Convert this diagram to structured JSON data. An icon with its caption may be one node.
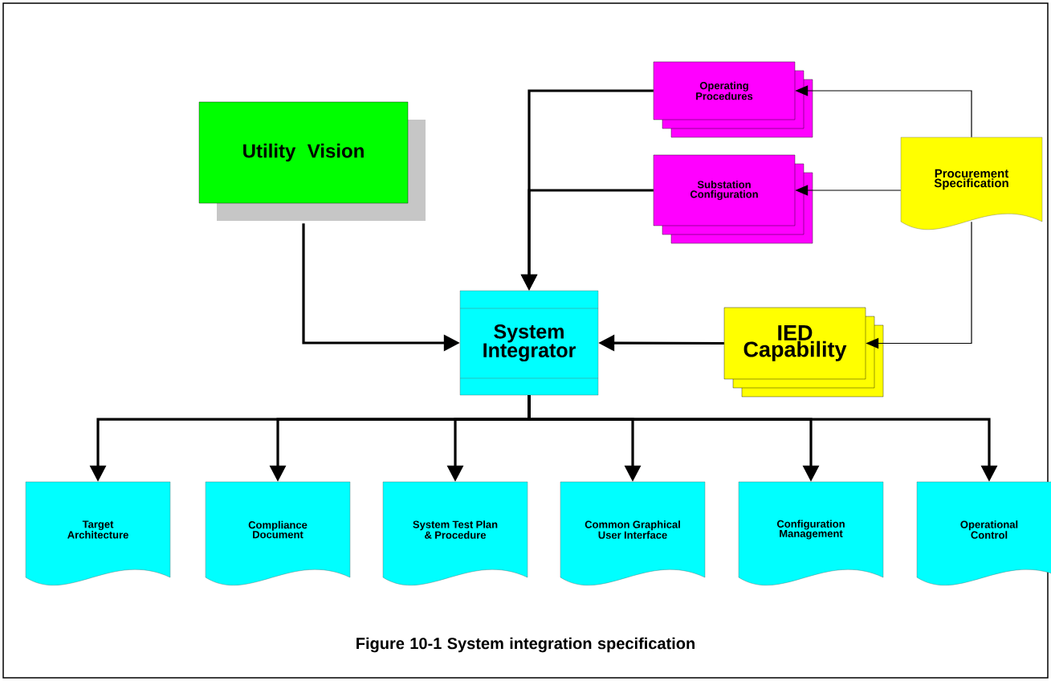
{
  "diagram": {
    "caption": "Figure 10-1 System integration specification",
    "nodes": [
      {
        "text": [
          "Utility Vision"
        ]
      },
      {
        "text": [
          "Operating Procedures"
        ]
      },
      {
        "text": [
          "Substation Configuration"
        ]
      },
      {
        "text": [
          "Procurement Specification"
        ]
      },
      {
        "text": [
          "System Integrator"
        ]
      },
      {
        "text": [
          "IED Capability"
        ]
      },
      {
        "text": [
          "Target Architecture"
        ]
      },
      {
        "text": [
          "Compliance Document"
        ]
      },
      {
        "text": [
          "System Test Plan & Procedure"
        ]
      },
      {
        "text": [
          "Common Graphical User Interface"
        ]
      },
      {
        "text": [
          "Configuration Management"
        ]
      },
      {
        "text": [
          "Operational Control"
        ]
      }
    ],
    "edges": [
      {
        "from": 0,
        "to": 4,
        "arrow": "to"
      },
      {
        "from": 1,
        "to": 4,
        "arrow": "to"
      },
      {
        "from": 2,
        "to": 4,
        "arrow": "to"
      },
      {
        "from": 3,
        "to": 1,
        "arrow": "to"
      },
      {
        "from": 3,
        "to": 2,
        "arrow": "to"
      },
      {
        "from": 3,
        "to": 5,
        "arrow": "to"
      },
      {
        "from": 5,
        "to": 4,
        "arrow": "to"
      },
      {
        "from": 4,
        "to": 6,
        "arrow": "to"
      },
      {
        "from": 4,
        "to": 7,
        "arrow": "to"
      },
      {
        "from": 4,
        "to": 8,
        "arrow": "to"
      },
      {
        "from": 4,
        "to": 9,
        "arrow": "to"
      },
      {
        "from": 4,
        "to": 10,
        "arrow": "to"
      },
      {
        "from": 4,
        "to": 11,
        "arrow": "to"
      }
    ]
  }
}
